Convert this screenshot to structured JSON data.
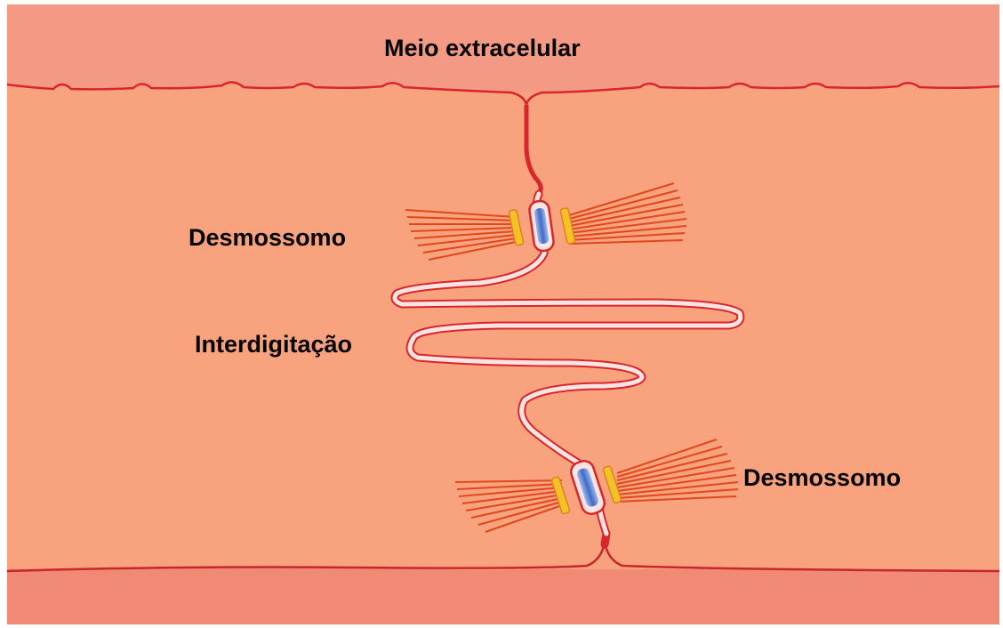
{
  "labels": {
    "extracellular": "Meio extracelular",
    "desmosome_upper": "Desmossomo",
    "interdigitation": "Interdigitação",
    "desmosome_lower": "Desmossomo"
  },
  "colors": {
    "extracellular_bg": "#f49a84",
    "cell_fill": "#f9a27e",
    "membrane": "#d8262c",
    "interdigitation_lumen": "#fbe4e2",
    "plaque": "#f2c227",
    "desmosome_core": "#4f7ad0",
    "filaments": "#e0481c",
    "bottom_bg": "#f08a74"
  }
}
